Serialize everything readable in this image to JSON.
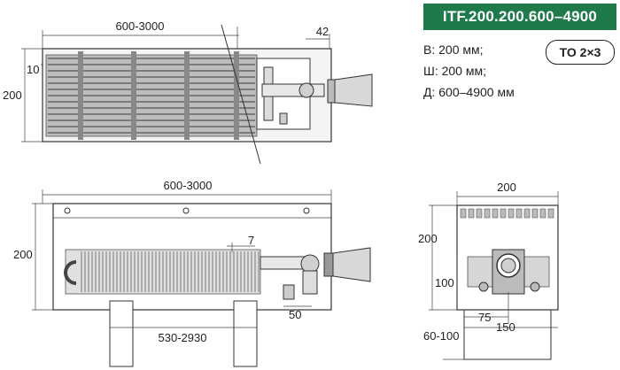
{
  "header": {
    "model_code": "ITF.200.200.600–4900",
    "connection_badge": "TO 2×3"
  },
  "specs": [
    "В: 200 мм;",
    "Ш: 200 мм;",
    "Д: 600–4900 мм"
  ],
  "top_view": {
    "length": "600-3000",
    "height": "200",
    "fin_pitch": "10",
    "connector_offset": "42"
  },
  "front_view": {
    "length": "600-3000",
    "height": "200",
    "fin_gap": "7",
    "leg_span": "530-2930",
    "valve_spacing": "50"
  },
  "side_view": {
    "width": "200",
    "height": "200",
    "pipe_height": "100",
    "pipe_offset": "75",
    "pipe_span": "150",
    "leg_height": "60-100"
  },
  "colors": {
    "accent": "#1f7a4a",
    "line": "#333333",
    "fill": "#e6e6e6"
  }
}
